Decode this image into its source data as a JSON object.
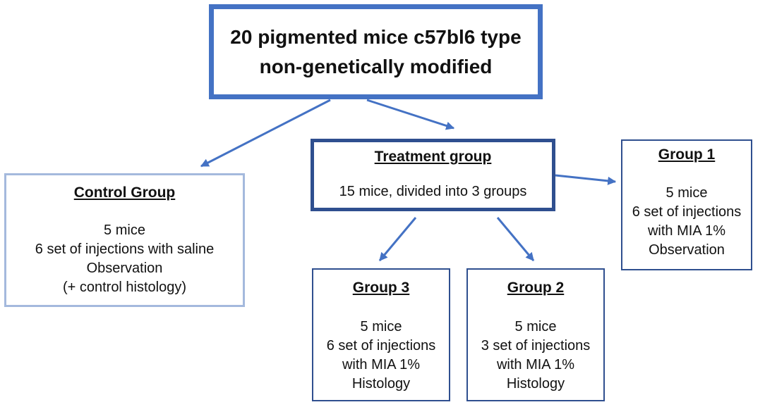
{
  "title": {
    "line1": "20 pigmented mice c57bl6 type",
    "line2": "non-genetically modified"
  },
  "control_group": {
    "heading": "Control Group",
    "lines": [
      "5 mice",
      "6 set of injections with saline",
      "Observation",
      "(+ control histology)"
    ]
  },
  "treatment_group": {
    "heading": "Treatment group",
    "lines": [
      "15 mice, divided into 3 groups"
    ]
  },
  "group1": {
    "heading": "Group 1",
    "lines": [
      "5 mice",
      "6 set of injections",
      "with MIA 1%",
      "Observation"
    ]
  },
  "group2": {
    "heading": "Group 2",
    "lines": [
      "5 mice",
      "3 set of injections",
      "with MIA 1%",
      "Histology"
    ]
  },
  "group3": {
    "heading": "Group 3",
    "lines": [
      "5 mice",
      "6 set of injections",
      "with MIA 1%",
      "Histology"
    ]
  },
  "colors": {
    "arrow": "#4472c4",
    "title_border": "#4472c4",
    "control_border": "#a4b9dd",
    "group_border": "#2f4f8f"
  }
}
